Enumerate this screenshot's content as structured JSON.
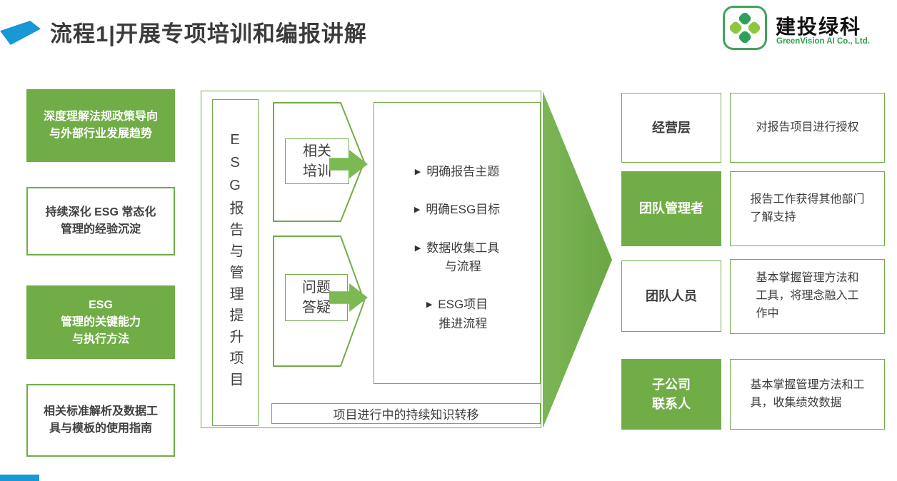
{
  "colors": {
    "green": "#70AD47",
    "arrow_green": "#7CB952",
    "blue_accent": "#1898D5",
    "logo_green": "#2E9E50",
    "text": "#3d3d3d"
  },
  "header": {
    "title": "流程1|开展专项培训和编报讲解"
  },
  "logo": {
    "company": "建投绿科",
    "subtitle": "GreenVision AI Co., Ltd."
  },
  "left_panel": {
    "boxes": [
      {
        "text": "深度理解法规政策导向\n与外部行业发展趋势"
      },
      {
        "text": "持续深化 ESG 常态化\n管理的经验沉淀"
      },
      {
        "text": "ESG\n管理的关键能力\n与执行方法"
      },
      {
        "text": "相关标准解析及数据工\n具与模板的使用指南"
      }
    ]
  },
  "center": {
    "vertical_label": "ESG报告与管理提升项目",
    "arrows": [
      {
        "label": "相关\n培训"
      },
      {
        "label": "问题\n答疑"
      }
    ],
    "bullet_marker": "▶",
    "bullets": [
      {
        "text": "明确报告主题"
      },
      {
        "text": "明确ESG目标"
      },
      {
        "text": "数据收集工具\n与流程"
      },
      {
        "text": "ESG项目\n推进流程"
      }
    ],
    "bottom_note": "项目进行中的持续知识转移"
  },
  "right_panel": {
    "rows": [
      {
        "role": "经营层",
        "desc": "对报告项目进行授权"
      },
      {
        "role": "团队管理者",
        "desc": "报告工作获得其他部门\n了解支持"
      },
      {
        "role": "团队人员",
        "desc": "基本掌握管理方法和\n工具，将理念融入工\n作中"
      },
      {
        "role": "子公司\n联系人",
        "desc": "基本掌握管理方法和工\n具，收集绩效数据"
      }
    ]
  }
}
